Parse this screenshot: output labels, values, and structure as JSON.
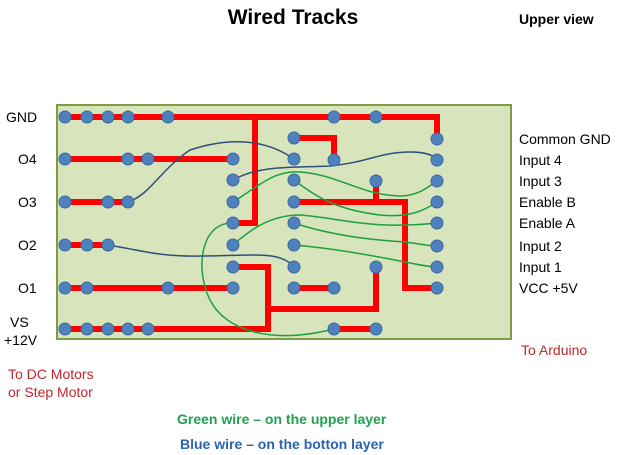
{
  "title": "Wired Tracks",
  "view_label": "Upper view",
  "left_labels": [
    "GND",
    "O4",
    "O3",
    "O2",
    "O1",
    "VS",
    "+12V"
  ],
  "right_labels": [
    "Common GND",
    "Input 4",
    "Input 3",
    "Enable B",
    "Enable A",
    "Input 2",
    "Input 1",
    "VCC +5V"
  ],
  "to_motors_line1": "To DC Motors",
  "to_motors_line2": "or Step Motor",
  "to_arduino": "To Arduino",
  "legend_green": "Green wire – on the upper layer",
  "legend_blue": "Blue wire – on the botton layer",
  "colors": {
    "board": "#d8e4bc",
    "board_border": "#7f9a48",
    "track": "#ff0000",
    "pad": "#4f81bd",
    "green_wire": "#1fa040",
    "blue_wire": "#2e4f7a"
  }
}
